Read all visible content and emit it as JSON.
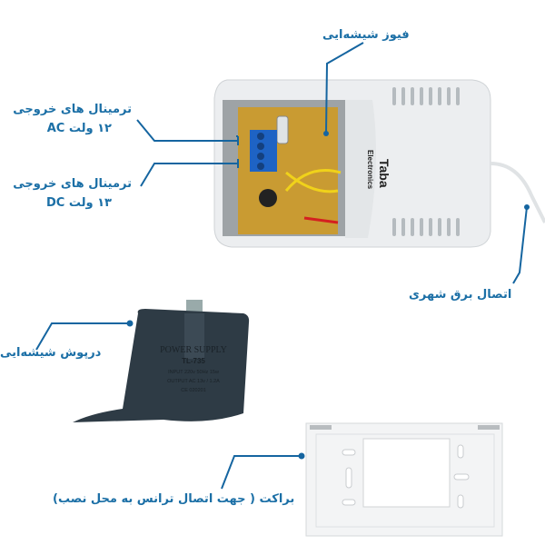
{
  "labels": {
    "fuse": "فیوز شیشه‌ایی",
    "ac_terminal_line1": "ترمینال های خروجی",
    "ac_terminal_line2": "۱۲ ولت AC",
    "dc_terminal_line1": "ترمینال های خروجی",
    "dc_terminal_line2": "۱۳ ولت DC",
    "mains": "اتصال برق شهری",
    "cover": "درپوش شیشه‌ایی",
    "bracket": "براکت ( جهت اتصال ترانس به محل نصب)"
  },
  "device": {
    "brand": "Taba",
    "brand_sub": "Electronics"
  },
  "cover_print": {
    "title": "POWER SUPPLY",
    "model": "TL-735",
    "input": "INPUT  220v 50Hz 15w",
    "output": "OUTPUT  AC 13v / 1.2A",
    "cert": "CE  020201"
  },
  "colors": {
    "label": "#1b6fa6",
    "leader_line": "#1565a0",
    "device_body": "#eef0f2",
    "pcb": "#c89a2e",
    "terminal_block": "#1e63c4",
    "cover": "#2c3a44"
  }
}
